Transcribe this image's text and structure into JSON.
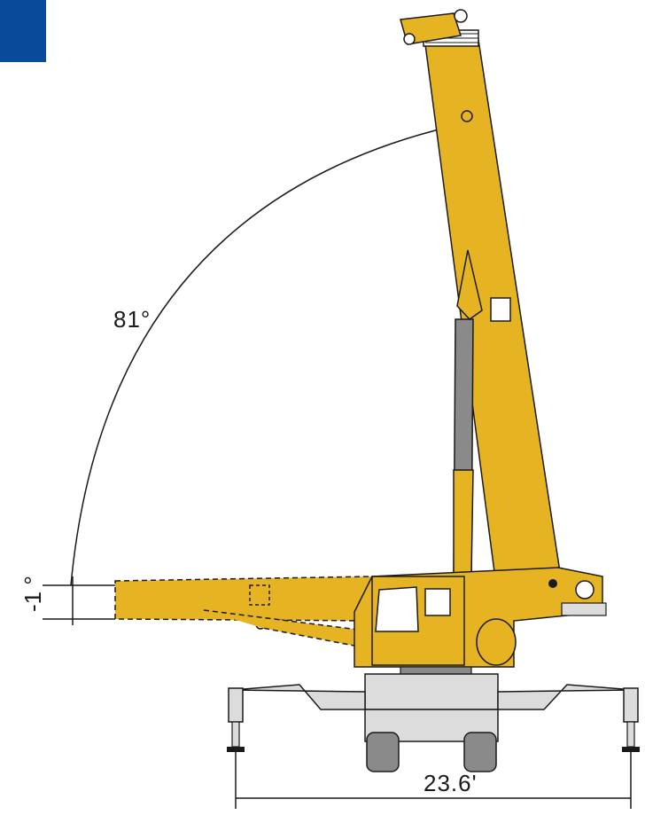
{
  "diagram": {
    "boom_max_angle_label": "81°",
    "boom_min_angle_label": "-1 °",
    "outrigger_span_label": "23.6'"
  },
  "colors": {
    "badge": "#0a4a9a",
    "crane_yellow": "#e6b422",
    "outline": "#1a1a1a",
    "carrier_gray": "#dcdcdc",
    "cylinder_gray": "#8a8a8a"
  }
}
